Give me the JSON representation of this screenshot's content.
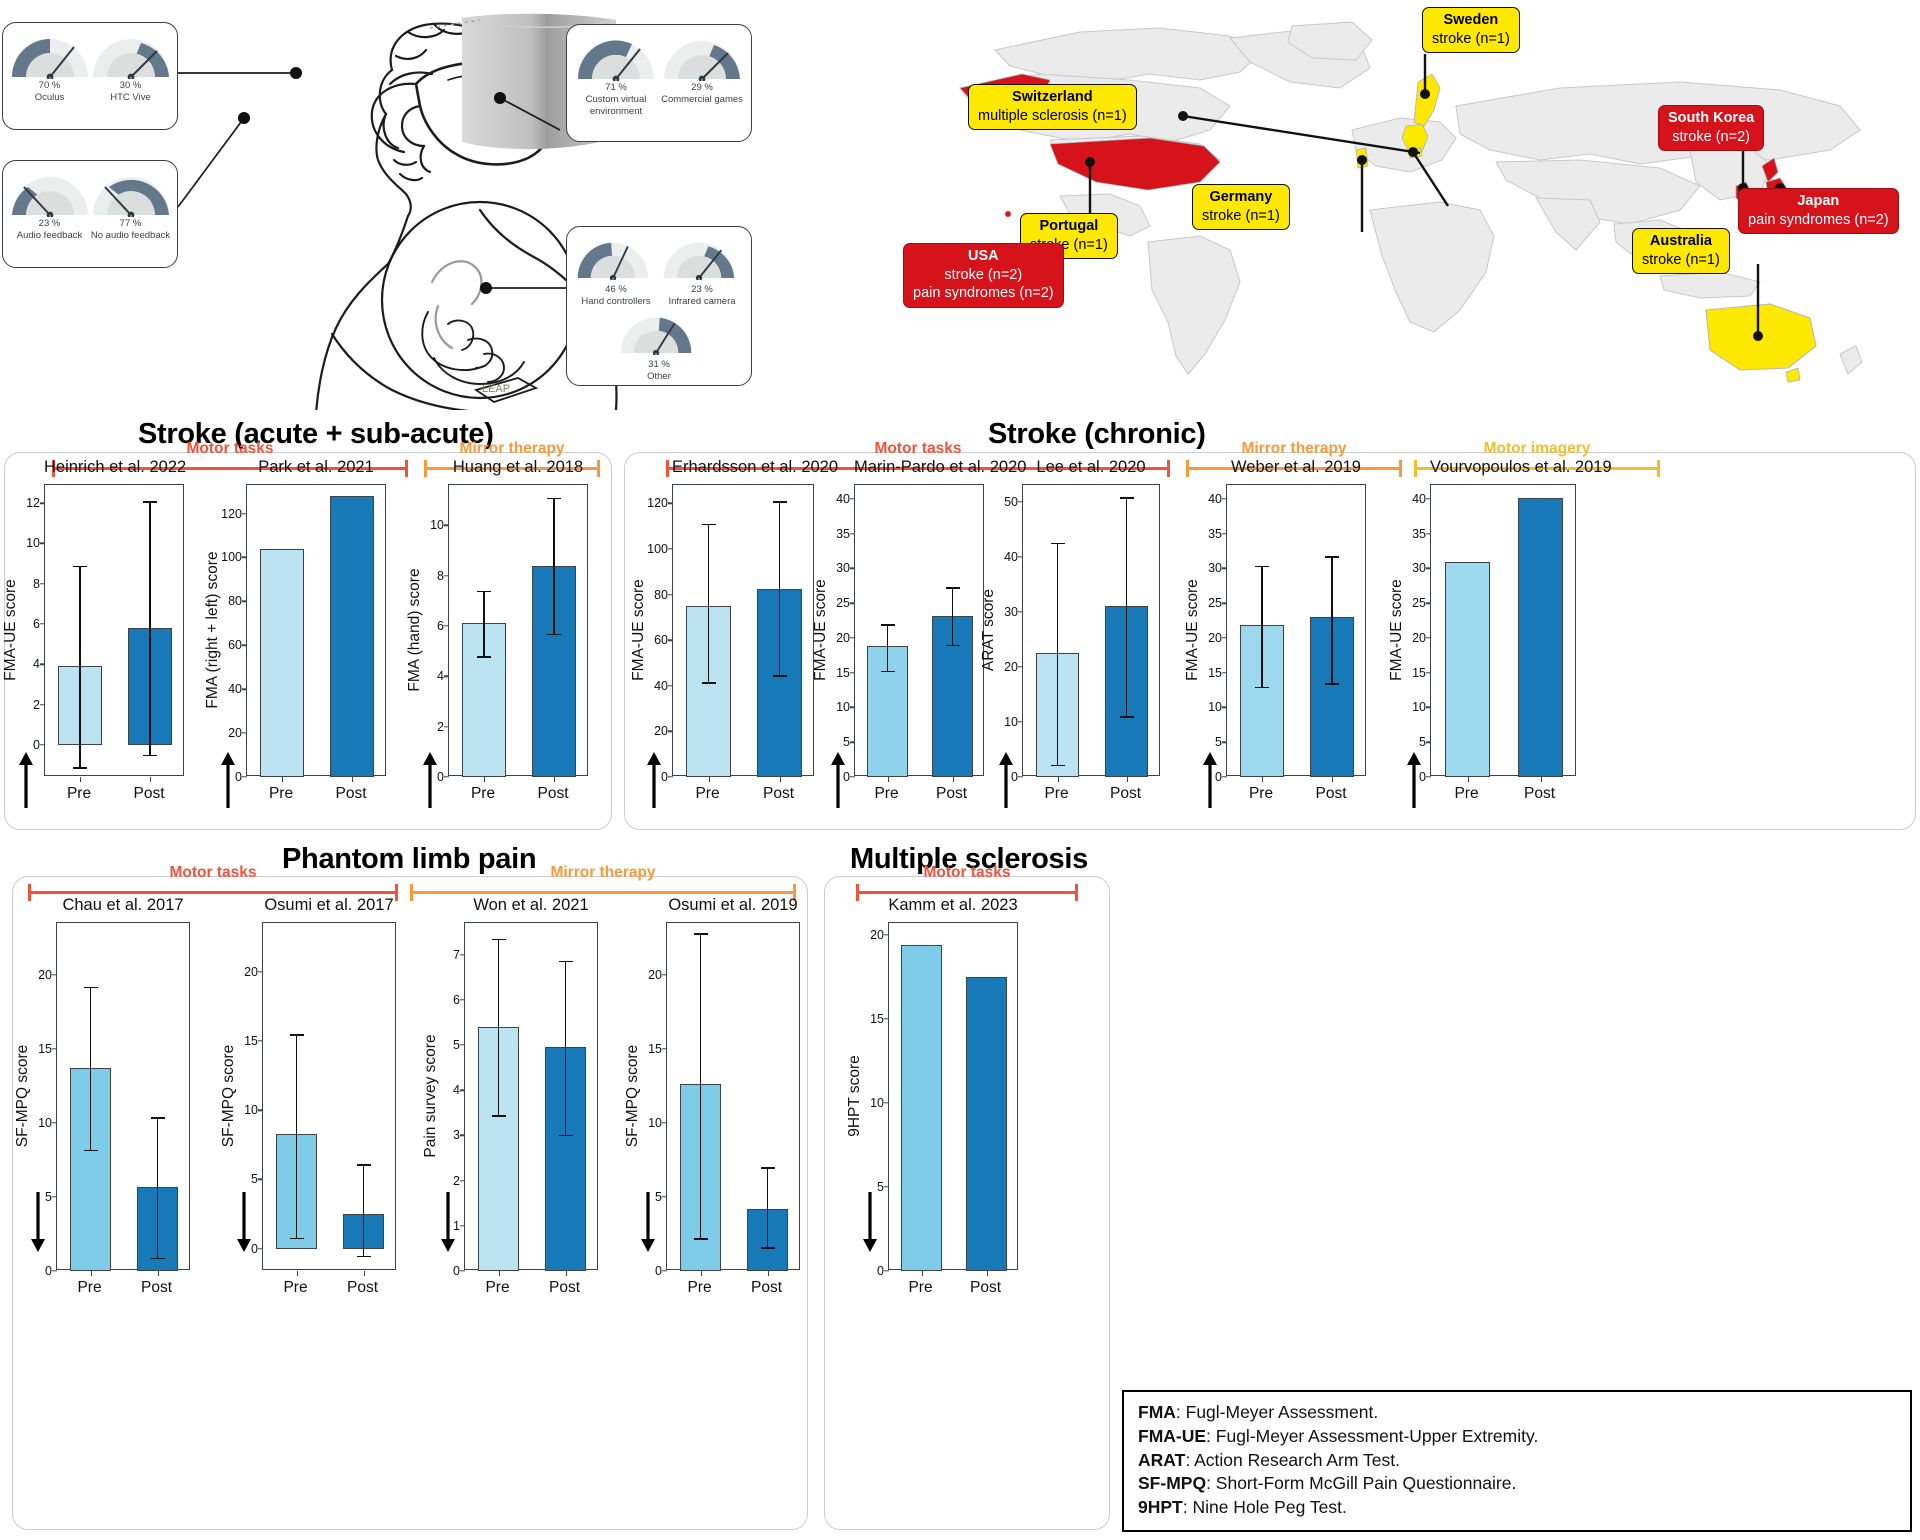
{
  "infographic": {
    "vr_panels": [
      {
        "id": "headset-brand",
        "gauges": [
          {
            "pct": "70 %",
            "name": "Oculus",
            "value": 70
          },
          {
            "pct": "30 %",
            "name": "HTC Vive",
            "value": 30
          }
        ]
      },
      {
        "id": "audio-feedback",
        "gauges": [
          {
            "pct": "23 %",
            "name": "Audio feedback",
            "value": 23
          },
          {
            "pct": "77 %",
            "name": "No audio feedback",
            "value": 77
          }
        ]
      },
      {
        "id": "content-type",
        "gauges": [
          {
            "pct": "71 %",
            "name": "Custom virtual environment",
            "value": 71
          },
          {
            "pct": "29 %",
            "name": "Commercial games",
            "value": 29
          }
        ]
      },
      {
        "id": "tracking-device",
        "gauges": [
          {
            "pct": "46 %",
            "name": "Hand controllers",
            "value": 46
          },
          {
            "pct": "23 %",
            "name": "Infrared camera",
            "value": 23
          },
          {
            "pct": "31 %",
            "name": "Other",
            "value": 31
          }
        ]
      }
    ],
    "leap_label": "LEAP"
  },
  "map": {
    "labels": [
      {
        "country": "Sweden",
        "detail": "stroke (n=1)",
        "color": "yellow"
      },
      {
        "country": "Switzerland",
        "detail": "multiple sclerosis (n=1)",
        "color": "yellow"
      },
      {
        "country": "South Korea",
        "detail": "stroke (n=2)",
        "color": "red"
      },
      {
        "country": "Germany",
        "detail": "stroke (n=1)",
        "color": "yellow"
      },
      {
        "country": "Japan",
        "detail": "pain syndromes (n=2)",
        "color": "red"
      },
      {
        "country": "Portugal",
        "detail": "stroke (n=1)",
        "color": "yellow"
      },
      {
        "country": "Australia",
        "detail": "stroke (n=1)",
        "color": "yellow"
      },
      {
        "country": "USA",
        "detail": "stroke (n=2)",
        "detail2": "pain syndromes (n=2)",
        "color": "red"
      }
    ],
    "colors": {
      "yellow": "#FFE800",
      "red": "#D6121B",
      "land": "#ebebeb",
      "border": "#c8c8c8"
    }
  },
  "sections": [
    {
      "id": "stroke-acute",
      "title": "Stroke (acute + sub-acute)"
    },
    {
      "id": "stroke-chronic",
      "title": "Stroke (chronic)"
    },
    {
      "id": "phantom",
      "title": "Phantom limb pain"
    },
    {
      "id": "ms",
      "title": "Multiple sclerosis"
    }
  ],
  "category_colors": {
    "motor_tasks": "#F0533A",
    "mirror_therapy": "#F79A3C",
    "motor_imagery": "#F0BE2A"
  },
  "axis_labels": {
    "pre": "Pre",
    "post": "Post"
  },
  "abbreviations": [
    {
      "abbr": "FMA",
      "text": ": Fugl-Meyer Assessment."
    },
    {
      "abbr": "FMA-UE",
      "text": ": Fugl-Meyer Assessment-Upper Extremity."
    },
    {
      "abbr": "ARAT",
      "text": ": Action Research Arm Test."
    },
    {
      "abbr": "SF-MPQ",
      "text": ": Short-Form McGill Pain Questionnaire."
    },
    {
      "abbr": "9HPT",
      "text": ": Nine Hole Peg Test."
    }
  ],
  "chart_data": [
    {
      "section": "Stroke (acute + sub-acute)",
      "category": "Motor tasks",
      "type": "bar",
      "title": "Heinrich et al. 2022",
      "ylabel": "FMA-UE score",
      "categories": [
        "Pre",
        "Post"
      ],
      "values": [
        3.9,
        5.8
      ],
      "errors_low": [
        -1.1,
        -0.5
      ],
      "errors_high": [
        8.9,
        12.1
      ],
      "ylim": [
        -1.6,
        12.9
      ],
      "yticks": [
        0,
        2,
        4,
        6,
        8,
        10,
        12
      ],
      "direction": "up"
    },
    {
      "section": "Stroke (acute + sub-acute)",
      "category": "Motor tasks",
      "type": "bar",
      "title": "Park et al. 2021",
      "ylabel": "FMA (right + left) score",
      "categories": [
        "Pre",
        "Post"
      ],
      "values": [
        104,
        128
      ],
      "errors_low": [
        null,
        null
      ],
      "errors_high": [
        null,
        null
      ],
      "ylim": [
        0,
        133
      ],
      "yticks": [
        0,
        20,
        40,
        60,
        80,
        100,
        120
      ],
      "direction": "up"
    },
    {
      "section": "Stroke (acute + sub-acute)",
      "category": "Mirror therapy",
      "type": "bar",
      "title": "Huang et al. 2018",
      "ylabel": "FMA (hand) score",
      "categories": [
        "Pre",
        "Post"
      ],
      "values": [
        6.1,
        8.4
      ],
      "errors_low": [
        4.8,
        5.7
      ],
      "errors_high": [
        7.4,
        11.1
      ],
      "ylim": [
        0,
        11.6
      ],
      "yticks": [
        0,
        2,
        4,
        6,
        8,
        10
      ],
      "direction": "up"
    },
    {
      "section": "Stroke (chronic)",
      "category": "Motor tasks",
      "type": "bar",
      "title": "Erhardsson et al. 2020",
      "ylabel": "FMA-UE score",
      "categories": [
        "Pre",
        "Post"
      ],
      "values": [
        75,
        82.5
      ],
      "errors_low": [
        41.5,
        44.5
      ],
      "errors_high": [
        111,
        121
      ],
      "ylim": [
        0,
        128
      ],
      "yticks": [
        0,
        20,
        40,
        60,
        80,
        100,
        120
      ],
      "direction": "up"
    },
    {
      "section": "Stroke (chronic)",
      "category": "Motor tasks",
      "type": "bar",
      "title": "Marin-Pardo et al. 2020",
      "ylabel": "FMA-UE score",
      "categories": [
        "Pre",
        "Post"
      ],
      "values": [
        18.8,
        23.2
      ],
      "errors_low": [
        15.3,
        19.0
      ],
      "errors_high": [
        22.0,
        27.3
      ],
      "ylim": [
        0,
        42
      ],
      "yticks": [
        0,
        5,
        10,
        15,
        20,
        25,
        30,
        35,
        40
      ],
      "direction": "up"
    },
    {
      "section": "Stroke (chronic)",
      "category": "Motor tasks",
      "type": "bar",
      "title": "Lee et al. 2020",
      "ylabel": "ARAT score",
      "categories": [
        "Pre",
        "Post"
      ],
      "values": [
        22.5,
        31.0
      ],
      "errors_low": [
        2.2,
        11.0
      ],
      "errors_high": [
        42.5,
        50.8
      ],
      "ylim": [
        0,
        53
      ],
      "yticks": [
        0,
        10,
        20,
        30,
        40,
        50
      ],
      "direction": "up"
    },
    {
      "section": "Stroke (chronic)",
      "category": "Mirror therapy",
      "type": "bar",
      "title": "Weber et al. 2019",
      "ylabel": "FMA-UE score",
      "categories": [
        "Pre",
        "Post"
      ],
      "values": [
        21.8,
        23.0
      ],
      "errors_low": [
        13.0,
        13.5
      ],
      "errors_high": [
        30.4,
        31.8
      ],
      "ylim": [
        0,
        42
      ],
      "yticks": [
        0,
        5,
        10,
        15,
        20,
        25,
        30,
        35,
        40
      ],
      "direction": "up"
    },
    {
      "section": "Stroke (chronic)",
      "category": "Motor imagery",
      "type": "bar",
      "title": "Vourvopoulos et al. 2019",
      "ylabel": "FMA-UE score",
      "categories": [
        "Pre",
        "Post"
      ],
      "values": [
        30.9,
        40.1
      ],
      "errors_low": [
        null,
        null
      ],
      "errors_high": [
        null,
        null
      ],
      "ylim": [
        0,
        42
      ],
      "yticks": [
        0,
        5,
        10,
        15,
        20,
        25,
        30,
        35,
        40
      ],
      "direction": "up"
    },
    {
      "section": "Phantom limb pain",
      "category": "Motor tasks",
      "type": "bar",
      "title": "Chau et al. 2017",
      "ylabel": "SF-MPQ score",
      "categories": [
        "Pre",
        "Post"
      ],
      "values": [
        13.7,
        5.7
      ],
      "errors_low": [
        8.2,
        0.9
      ],
      "errors_high": [
        19.2,
        10.4
      ],
      "ylim": [
        0,
        23.5
      ],
      "yticks": [
        0,
        5,
        10,
        15,
        20
      ],
      "direction": "down"
    },
    {
      "section": "Phantom limb pain",
      "category": "Motor tasks",
      "type": "bar",
      "title": "Osumi et al. 2017",
      "ylabel": "SF-MPQ score",
      "categories": [
        "Pre",
        "Post"
      ],
      "values": [
        8.3,
        2.5
      ],
      "errors_low": [
        0.8,
        -0.5
      ],
      "errors_high": [
        15.5,
        6.1
      ],
      "ylim": [
        -1.6,
        23.5
      ],
      "yticks": [
        0,
        5,
        10,
        15,
        20
      ],
      "direction": "down"
    },
    {
      "section": "Phantom limb pain",
      "category": "Mirror therapy",
      "type": "bar",
      "title": "Won et al. 2021",
      "ylabel": "Pain survey score",
      "categories": [
        "Pre",
        "Post"
      ],
      "values": [
        5.4,
        4.95
      ],
      "errors_low": [
        3.45,
        3.02
      ],
      "errors_high": [
        7.35,
        6.87
      ],
      "ylim": [
        0,
        7.7
      ],
      "yticks": [
        0,
        1,
        2,
        3,
        4,
        5,
        6,
        7
      ],
      "direction": "down"
    },
    {
      "section": "Phantom limb pain",
      "category": "Mirror therapy",
      "type": "bar",
      "title": "Osumi et al. 2019",
      "ylabel": "SF-MPQ score",
      "categories": [
        "Pre",
        "Post"
      ],
      "values": [
        12.6,
        4.2
      ],
      "errors_low": [
        2.2,
        1.6
      ],
      "errors_high": [
        22.8,
        7.0
      ],
      "ylim": [
        0,
        23.5
      ],
      "yticks": [
        0,
        5,
        10,
        15,
        20
      ],
      "direction": "down"
    },
    {
      "section": "Multiple sclerosis",
      "category": "Motor tasks",
      "type": "bar",
      "title": "Kamm et al. 2023",
      "ylabel": "9HPT score",
      "categories": [
        "Pre",
        "Post"
      ],
      "values": [
        19.4,
        17.5
      ],
      "errors_low": [
        null,
        null
      ],
      "errors_high": [
        null,
        null
      ],
      "ylim": [
        0,
        20.7
      ],
      "yticks": [
        0,
        5,
        10,
        15,
        20
      ],
      "direction": "down"
    }
  ]
}
